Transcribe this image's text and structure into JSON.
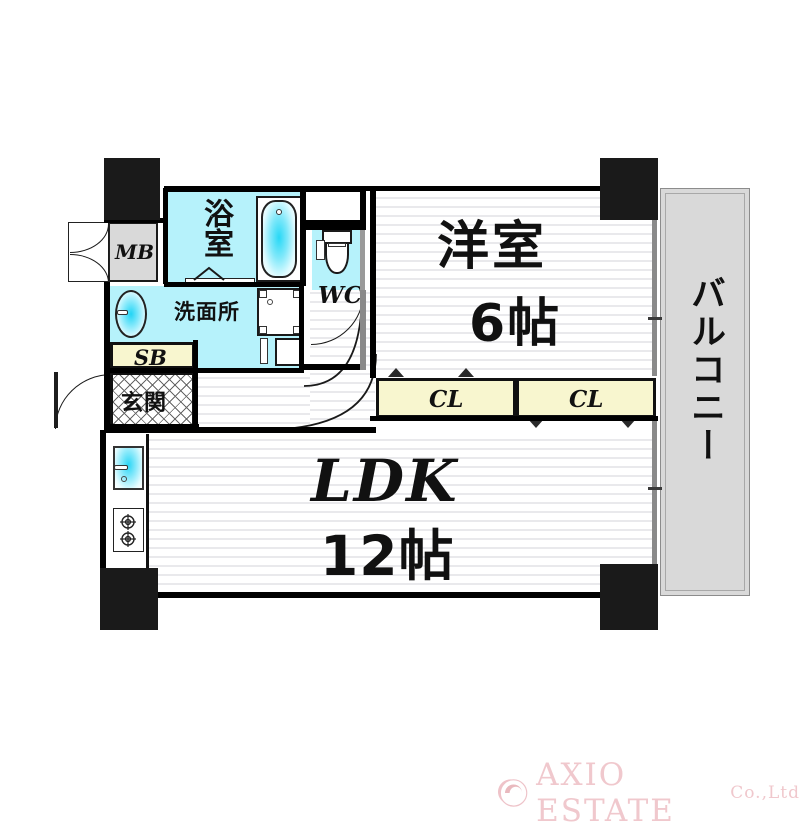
{
  "plan": {
    "rooms": [
      {
        "key": "bathroom",
        "label": "浴室",
        "note": "bathroom-unit"
      },
      {
        "key": "washroom",
        "label": "洗面所",
        "note": "washbasin-room"
      },
      {
        "key": "toilet",
        "label": "WC",
        "note": "water-closet"
      },
      {
        "key": "meterbox",
        "label": "MB",
        "note": "meter-box"
      },
      {
        "key": "shoebox",
        "label": "SB",
        "note": "shoe-box"
      },
      {
        "key": "entrance",
        "label": "玄関",
        "note": "genkan-entrance"
      },
      {
        "key": "bedroom",
        "label": "洋室",
        "size": "6帖",
        "note": "western-room"
      },
      {
        "key": "living",
        "label": "LDK",
        "size": "12帖",
        "note": "living-dining-kitchen"
      },
      {
        "key": "closet1",
        "label": "CL",
        "note": "closet-left"
      },
      {
        "key": "closet2",
        "label": "CL",
        "note": "closet-right"
      },
      {
        "key": "balcony",
        "label": "バルコニー",
        "note": "balcony"
      }
    ],
    "fixtures": [
      {
        "key": "bathtub",
        "name": "bathtub"
      },
      {
        "key": "wash-basin",
        "name": "wash-basin"
      },
      {
        "key": "toilet-bowl",
        "name": "toilet-bowl"
      },
      {
        "key": "washer-pan",
        "name": "washing-machine-pan"
      },
      {
        "key": "kitchen-sink",
        "name": "kitchen-sink"
      },
      {
        "key": "gas-stove",
        "name": "two-burner-stove"
      }
    ]
  },
  "labels": {
    "bathroom": "浴室",
    "washroom": "洗面所",
    "toilet": "WC",
    "meterbox": "MB",
    "shoebox": "SB",
    "entrance": "玄関",
    "bedroom_name": "洋室",
    "bedroom_size": "6帖",
    "living_name": "LDK",
    "living_size": "12帖",
    "closet_left": "CL",
    "closet_right": "CL",
    "balcony": "バルコニー"
  },
  "branding": {
    "name_main": "AXIO ESTATE",
    "name_suffix": "Co.,Ltd",
    "mark": "swirl-logo-mark",
    "color": "#f0c8cd",
    "accent": "#e5a8b0"
  },
  "colors": {
    "wall": "#000000",
    "pillar": "#1a1a1a",
    "wet_area": "#b6f2fb",
    "closet": "#f8f6cf",
    "balcony": "#d9d9d9",
    "meterbox": "#d9d9d9",
    "floor": "#fdfdfd",
    "floor_stripe": "#e9e9ec"
  }
}
